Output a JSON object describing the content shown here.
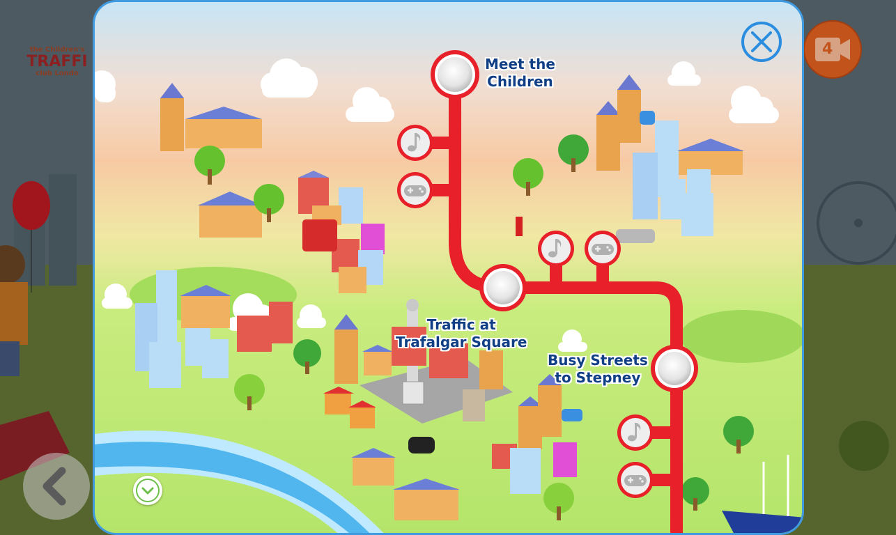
{
  "logo": {
    "line1": "the Children's",
    "line2": "TRAFFI",
    "line3": "club Londo"
  },
  "stops": [
    {
      "line1": "Meet the",
      "line2": "Children"
    },
    {
      "line1": "Traffic at",
      "line2": "Trafalgar Square"
    },
    {
      "line1": "Busy Streets",
      "line2": "to Stepney"
    }
  ],
  "video_button": {
    "label": "4"
  },
  "colors": {
    "route": "#e8202a",
    "label_text": "#103f86",
    "close_icon": "#2a8de0",
    "modal_border": "#3f9ae0",
    "video_button": "#c2541b",
    "river": "#52b6ee",
    "down_icon": "#6cc04a"
  },
  "icons": {
    "close": "close-x-icon",
    "down": "chevron-down-icon",
    "back": "chevron-left-icon",
    "music": "music-note-icon",
    "game": "gamepad-icon",
    "video": "video-camera-icon"
  }
}
